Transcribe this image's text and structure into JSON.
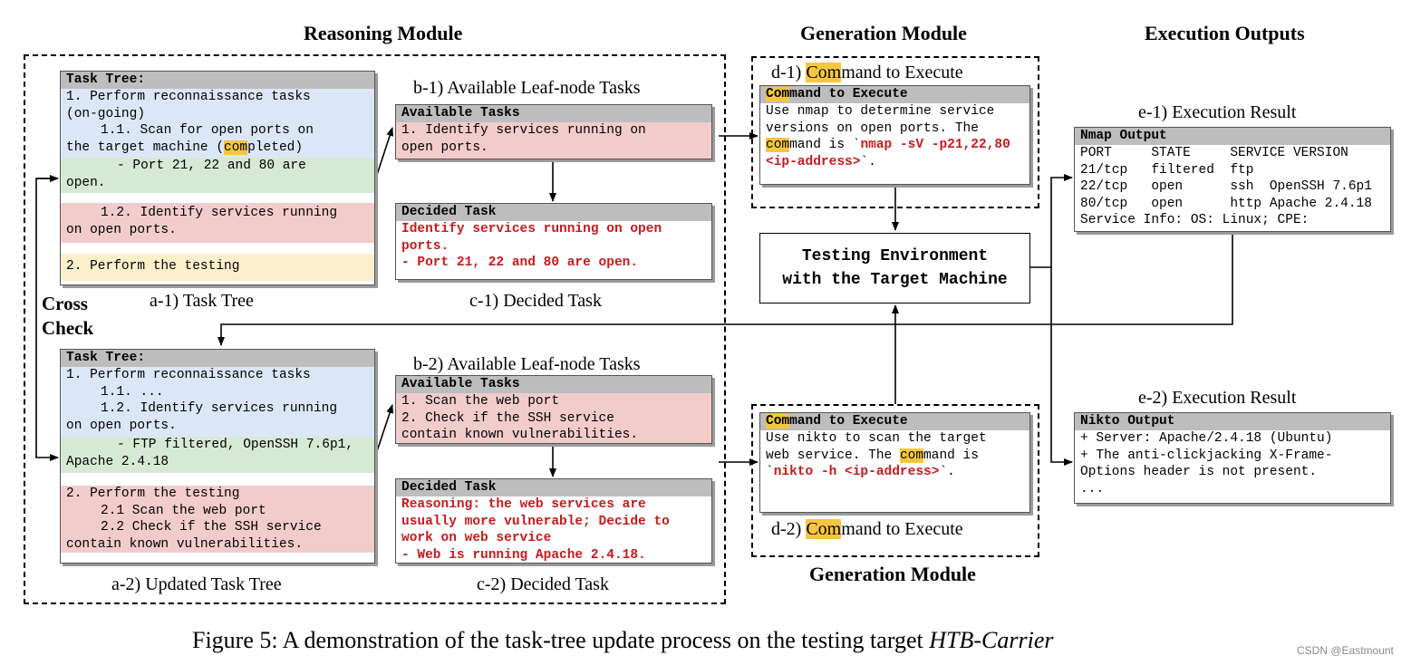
{
  "headers": {
    "reasoning": "Reasoning Module",
    "generation_top": "Generation Module",
    "execution": "Execution Outputs",
    "generation_bottom": "Generation Module"
  },
  "cross_check": [
    "Cross",
    "Check"
  ],
  "captions": {
    "a1": "a-1) Task Tree",
    "a2": "a-2) Updated Task Tree",
    "b1": "b-1) Available Leaf-node Tasks",
    "b2": "b-2) Available Leaf-node Tasks",
    "c1": "c-1) Decided Task",
    "c2": "c-2) Decided Task",
    "d1_prefix": "d-1) ",
    "d1_hl": "Com",
    "d1_rest": "mand to Execute",
    "d2_prefix": "d-2) ",
    "d2_hl": "Com",
    "d2_rest": "mand to Execute",
    "e1": "e-1) Execution Result",
    "e2": "e-2) Execution Result"
  },
  "task_tree_1": {
    "title": "Task Tree:",
    "l1": "1. Perform reconnaissance tasks",
    "l2": "(on-going)",
    "l3": "1.1. Scan for open ports on",
    "l4a": "the target machine (",
    "l4hl": "com",
    "l4b": "pleted)",
    "l5": "- Port 21, 22 and 80 are",
    "l6": "open.",
    "l7": "1.2. Identify services running",
    "l8": "on open ports.",
    "l9": "2. Perform the testing"
  },
  "task_tree_2": {
    "title": "Task Tree:",
    "l1": "1. Perform reconnaissance tasks",
    "l2": "1.1. ...",
    "l3": "1.2. Identify services running",
    "l4": "on open ports.",
    "l5": "- FTP filtered, OpenSSH 7.6p1,",
    "l6": "Apache 2.4.18",
    "l7": "2. Perform the testing",
    "l8": "2.1 Scan the web port",
    "l9": "2.2 Check if the SSH service",
    "l10": "contain known vulnerabilities."
  },
  "available_1": {
    "title": "Available Tasks",
    "l1": "1. Identify services running on",
    "l2": "open ports."
  },
  "available_2": {
    "title": "Available Tasks",
    "l1": "1. Scan the web port",
    "l2": "2. Check if the SSH service",
    "l3": "contain known vulnerabilities."
  },
  "decided_1": {
    "title": "Decided Task",
    "l1": "Identify services running on open",
    "l2": "ports.",
    "l3": "- Port 21, 22 and 80 are open."
  },
  "decided_2": {
    "title": "Decided Task",
    "l1": "Reasoning: the web services are",
    "l2": "usually more vulnerable; Decide to",
    "l3": "work on web service",
    "l4": "- Web is running Apache 2.4.18."
  },
  "command_1": {
    "title_hl": "Com",
    "title_rest": "mand to Execute",
    "l1": "Use nmap to determine service",
    "l2": "versions on open ports. The",
    "l3_hl": "com",
    "l3_rest": "mand is `",
    "l3_red": "nmap -sV -p21,22,80",
    "l4_red": "<ip-address>",
    "l4_rest": "`."
  },
  "command_2": {
    "title_hl": "Com",
    "title_rest": "mand to Execute",
    "l1": "Use nikto to scan the target",
    "l2a": "web service. The ",
    "l2_hl": "com",
    "l2b": "mand is",
    "l3a": "`",
    "l3_red": "nikto -h <ip-address>",
    "l3b": "`."
  },
  "environment": {
    "l1": "Testing Environment",
    "l2": "with the Target Machine"
  },
  "nmap": {
    "title": "Nmap Output",
    "rows": [
      "PORT     STATE     SERVICE VERSION",
      "21/tcp   filtered  ftp",
      "22/tcp   open      ssh  OpenSSH 7.6p1",
      "80/tcp   open      http Apache 2.4.18",
      "Service Info: OS: Linux; CPE:"
    ]
  },
  "nikto": {
    "title": "Nikto Output",
    "rows": [
      "+ Server: Apache/2.4.18 (Ubuntu)",
      "+ The anti-clickjacking X-Frame-",
      "Options header is not present.",
      "..."
    ]
  },
  "figure_caption": {
    "main": "Figure 5: A demonstration of the task-tree update process on the testing target ",
    "italic": "HTB-Carrier"
  },
  "watermark": "CSDN @Eastmount"
}
